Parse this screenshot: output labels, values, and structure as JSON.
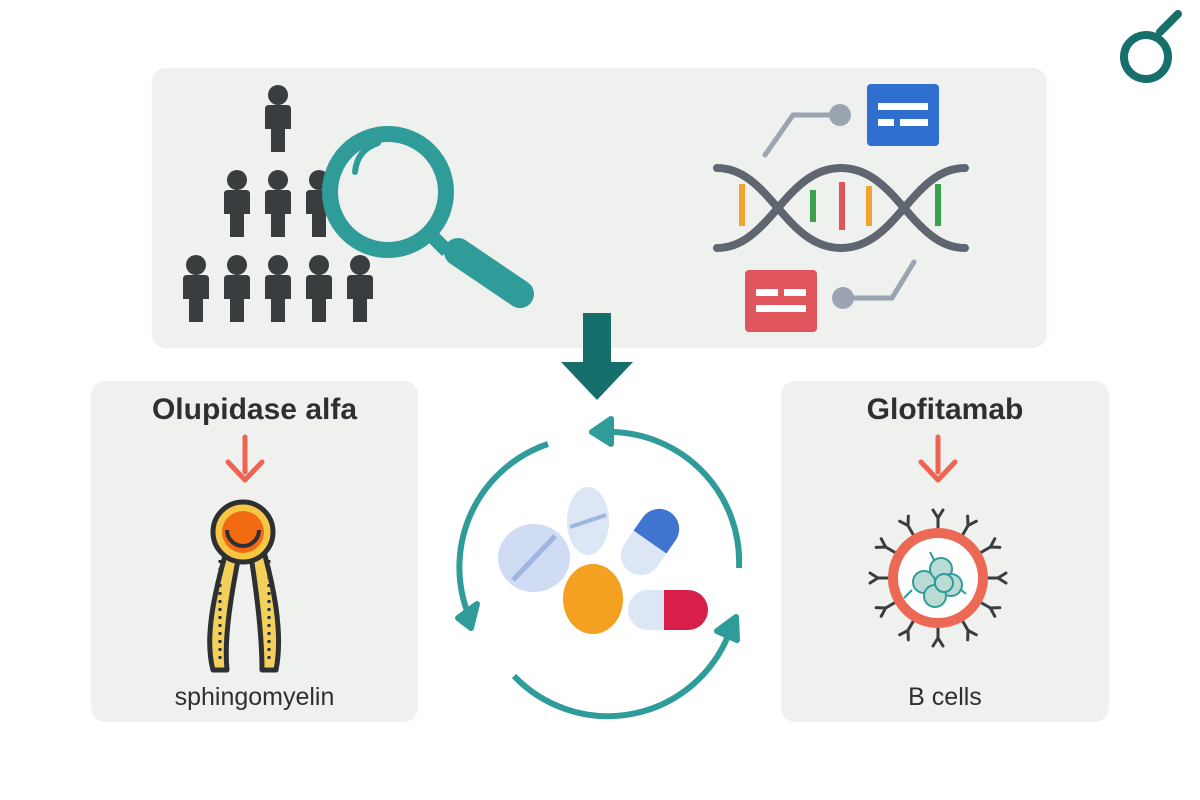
{
  "left_drug": {
    "name": "Olupidase alfa",
    "target": "sphingomyelin"
  },
  "right_drug": {
    "name": "Glofitamab",
    "target": "B cells"
  },
  "colors": {
    "panel_bg": "#eef1ee",
    "teal": "#2f9c99",
    "dark_teal": "#176f6b",
    "red_arrow": "#ee6352",
    "person": "#3a3d40",
    "dna_backbone": "#5f6670",
    "blue_card": "#2f6fd0",
    "red_card": "#e0555b"
  },
  "icons": [
    "logo-icon",
    "population-icon",
    "magnifier-icon",
    "dna-icon",
    "down-arrow-icon",
    "pills-cycle-icon",
    "lipid-icon",
    "b-cell-icon"
  ]
}
